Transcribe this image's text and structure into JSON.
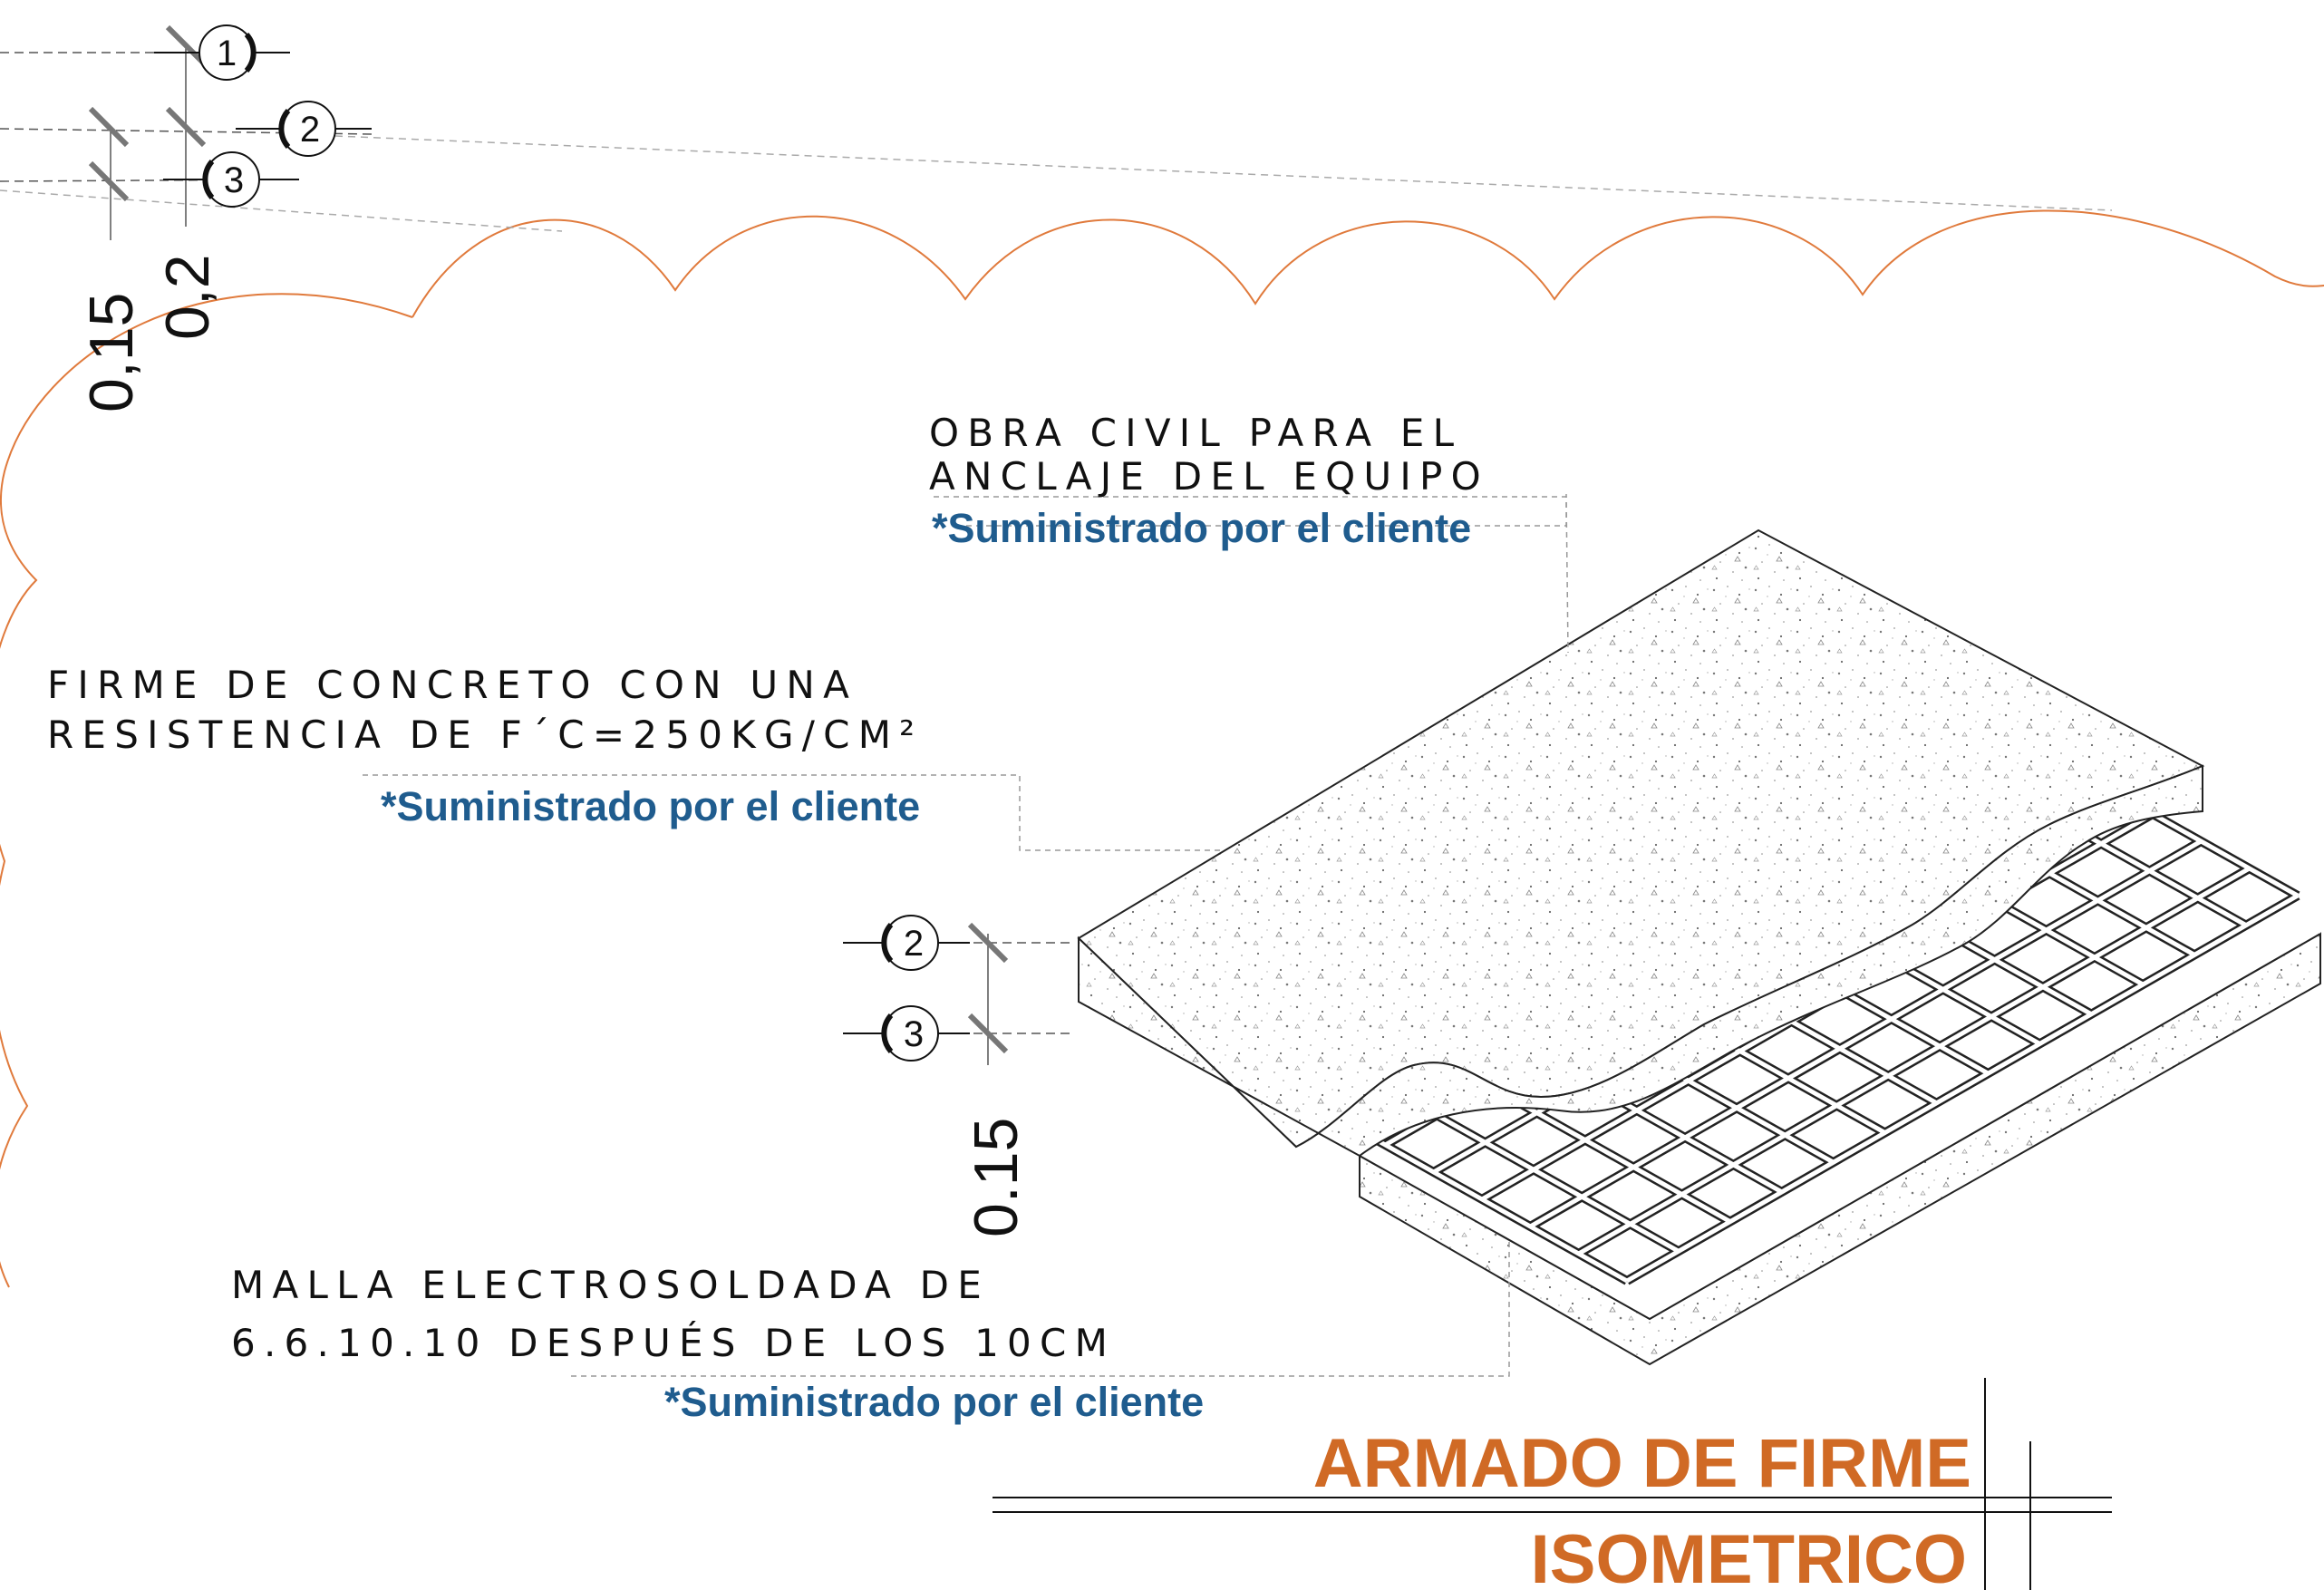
{
  "labels": {
    "obra_line1": "OBRA CIVIL PARA EL",
    "obra_line2": "ANCLAJE DEL EQUIPO",
    "obra_note": "*Suministrado por el cliente",
    "firme_line1": "FIRME DE CONCRETO CON UNA",
    "firme_line2": "RESISTENCIA DE F´C=250KG/CM²",
    "firme_note": "*Suministrado por el cliente",
    "malla_line1": "MALLA ELECTROSOLDADA DE",
    "malla_line2": "6.6.10.10 DESPUÉS DE LOS 10CM",
    "malla_note": "*Suministrado por el cliente"
  },
  "dimensions": {
    "top_left_a": "0,15",
    "top_left_b": "0,2",
    "slab_thickness": "0.15"
  },
  "markers": {
    "top_1": "1",
    "top_2": "2",
    "top_3": "3",
    "slab_2": "2",
    "slab_3": "3"
  },
  "title": {
    "main": "ARMADO DE FIRME",
    "sub": "ISOMETRICO"
  },
  "colors": {
    "revision_cloud": "#e07a3c",
    "note_text": "#1f5c8e",
    "title_text": "#d06a25",
    "line": "#222222"
  }
}
